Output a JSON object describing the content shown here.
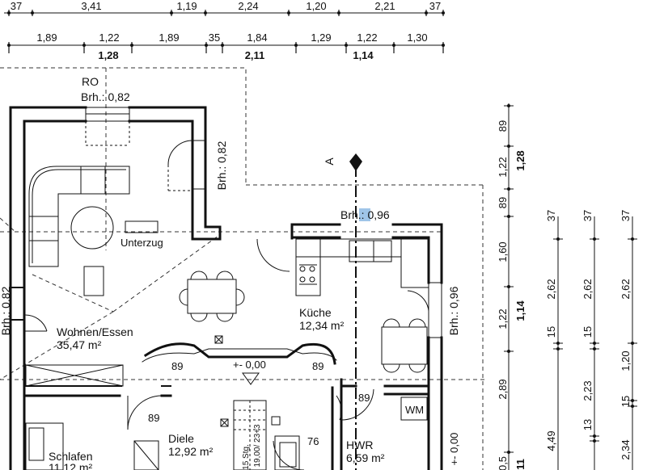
{
  "top_dims": {
    "row1": [
      "37",
      "3,41",
      "1,19",
      "2,24",
      "1,20",
      "2,21",
      "37"
    ],
    "row2": [
      "1,89",
      "1,22",
      "1,89",
      "35",
      "1,84",
      "1,29",
      "1,22",
      "1,30"
    ],
    "row2_sub": [
      "1,28",
      "2,11",
      "1,14"
    ]
  },
  "right_dims": {
    "col1": [
      "89",
      "1,22",
      "89",
      "1,60",
      "1,22",
      "2,89",
      "0,5"
    ],
    "col1_sub": [
      "1,28",
      "1,14",
      "11"
    ],
    "col2": [
      "37",
      "2,62",
      "15",
      "4,49"
    ],
    "col3": [
      "37",
      "2,62",
      "15",
      "2,23",
      "13"
    ],
    "col4": [
      "37",
      "2,62",
      "1,20",
      "15",
      "2,34"
    ]
  },
  "rooms": {
    "wohnen": {
      "name": "Wohnen/Essen",
      "area": "35,47 m²"
    },
    "kueche": {
      "name": "Küche",
      "area": "12,34 m²"
    },
    "diele": {
      "name": "Diele",
      "area": "12,92 m²"
    },
    "schlafen": {
      "name": "Schlafen",
      "area": "11,12 m²"
    },
    "hwr": {
      "name": "HWR",
      "area": "6,59 m²"
    }
  },
  "labels": {
    "ro": "RO",
    "brh_top": "Brh.: 0,82",
    "brh_angle": "Brh.: 0,82",
    "brh_left": "Brh.: 0,82",
    "brh_kitchen": "Brh.: 0,96",
    "brh_right": "Brh.: 0,96",
    "unterzug": "Unterzug",
    "level": "+- 0,00",
    "level_right": "+- 0,00",
    "door_89_a": "89",
    "door_89_b": "89",
    "door_89_c": "89",
    "door_89_d": "89",
    "door_76": "76",
    "wm": "WM",
    "section": "A",
    "stairs": "15 Stg.",
    "stairs_dims": "19,00/ 23+3"
  },
  "colors": {
    "line": "#111111",
    "highlight": "#9fc5e8",
    "dash": "#333333"
  }
}
